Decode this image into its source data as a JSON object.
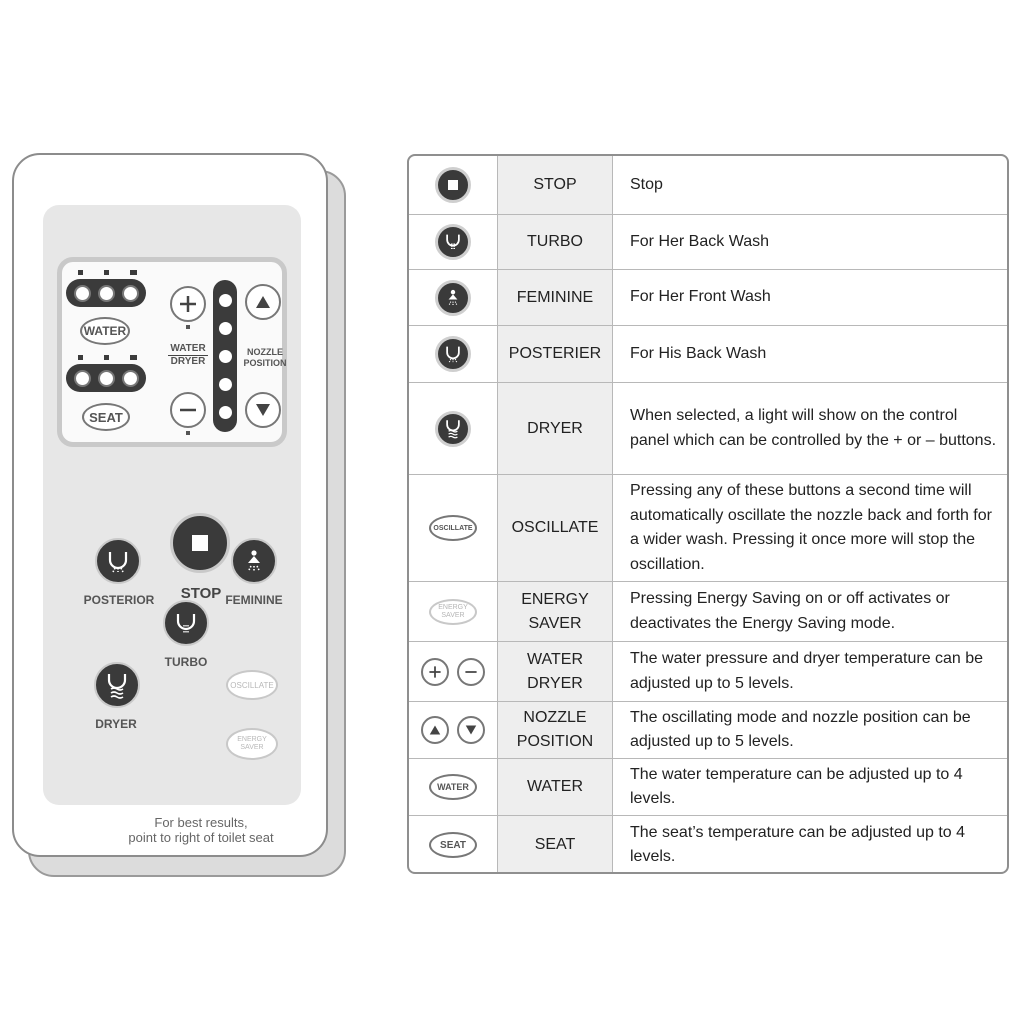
{
  "remote": {
    "water_label": "WATER",
    "seat_label": "SEAT",
    "water_dryer_label": "WATER",
    "water_dryer_label2": "DRYER",
    "nozzle_label": "NOZZLE",
    "nozzle_label2": "POSITION",
    "stop_label": "STOP",
    "posterior_label": "POSTERIOR",
    "feminine_label": "FEMININE",
    "turbo_label": "TURBO",
    "dryer_label": "DRYER",
    "oscillate_label": "OSCILLATE",
    "energy_label": "ENERGY\nSAVER",
    "hint_line1": "For best results,",
    "hint_line2": "point to right of toilet seat"
  },
  "table": {
    "rows": [
      {
        "icon": "stop-icon",
        "name": "STOP",
        "desc": "Stop"
      },
      {
        "icon": "turbo-icon",
        "name": "TURBO",
        "desc": "For Her Back Wash"
      },
      {
        "icon": "feminine-icon",
        "name": "FEMININE",
        "desc": "For Her Front Wash"
      },
      {
        "icon": "posterior-icon",
        "name": "POSTERIER",
        "desc": "For His Back Wash"
      },
      {
        "icon": "dryer-icon",
        "name": "DRYER",
        "desc": "When selected, a light will show on the control panel which can be controlled by the + or – buttons."
      },
      {
        "icon": "oscillate-icon",
        "icon_text": "OSCILLATE",
        "name": "OSCILLATE",
        "desc": "Pressing any of these buttons a second time will automatically oscillate the nozzle back and forth for a wider wash. Pressing it once more will stop the oscillation."
      },
      {
        "icon": "energy-saver-icon",
        "icon_text": "ENERGY SAVER",
        "name": "ENERGY\nSAVER",
        "desc": "Pressing Energy Saving on or off activates or deactivates the Energy Saving mode."
      },
      {
        "icon": "plus-minus-icon",
        "name": "WATER\nDRYER",
        "desc": "The water pressure and dryer temperature can be adjusted up to 5 levels."
      },
      {
        "icon": "up-down-icon",
        "name": "NOZZLE\nPOSITION",
        "desc": "The oscillating mode and nozzle position can be adjusted up to 5 levels."
      },
      {
        "icon": "water-icon",
        "icon_text": "WATER",
        "name": "WATER",
        "desc": "The water temperature can be adjusted up to 4 levels."
      },
      {
        "icon": "seat-icon",
        "icon_text": "SEAT",
        "name": "SEAT",
        "desc": "The seat’s temperature can be adjusted up to 4 levels."
      }
    ]
  }
}
